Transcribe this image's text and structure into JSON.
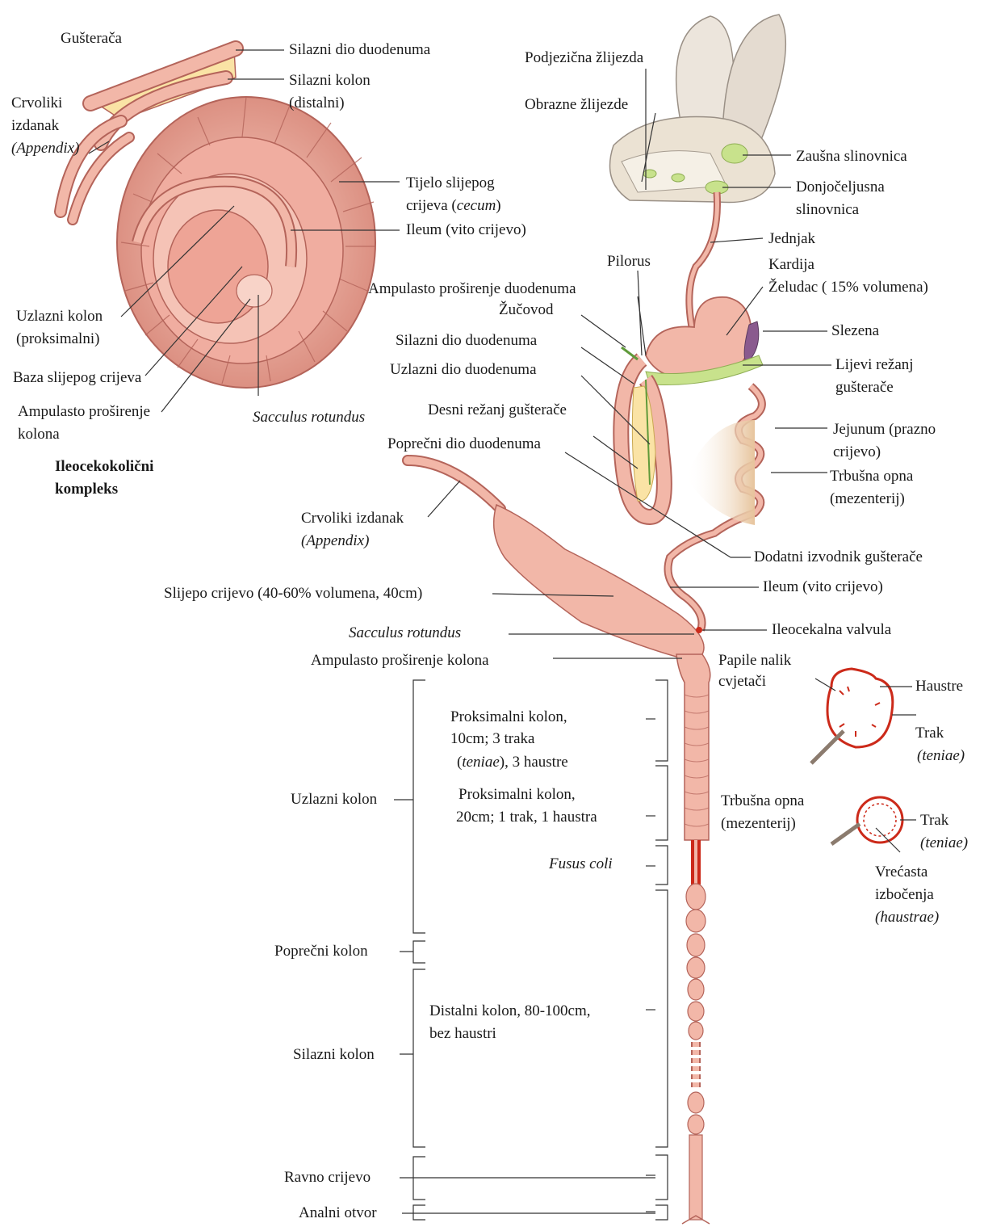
{
  "colors": {
    "tissue": "#f2b7a8",
    "tissue_dark": "#b4645a",
    "pancreas": "#fae3a5",
    "gland": "#c8e28c",
    "spleen": "#8a5a8e",
    "vessel": "#cc2a1a",
    "leader": "#333333"
  },
  "icons": [
    "rabbit-head-illustration",
    "ileocecocolic-spiral-illustration",
    "digestive-tract-illustration",
    "colon-cross-section-icon"
  ],
  "labels": {
    "gusteraca": "Gušterača",
    "silazni_dio_duodenuma_top": "Silazni dio duodenuma",
    "silazni_kolon_distalni_1": "Silazni kolon",
    "silazni_kolon_distalni_2": "(distalni)",
    "crvoliki_1": "Crvoliki",
    "crvoliki_2": "izdanak",
    "crvoliki_3": "(Appendix)",
    "tijelo_1": "Tijelo slijepog",
    "tijelo_2": "crijeva (",
    "tijelo_2i": "cecum",
    "tijelo_2e": ")",
    "ileum_top": "Ileum (vito crijevo)",
    "uzlazni_kolon_prox_1": "Uzlazni kolon",
    "uzlazni_kolon_prox_2": "(proksimalni)",
    "baza": "Baza slijepog crijeva",
    "ampulasto_kolona_1": "Ampulasto proširenje",
    "ampulasto_kolona_2": "kolona",
    "sacculus_top": "Sacculus rotundus",
    "ileocekokolicni_1": "Ileocekokolični",
    "ileocekokolicni_2": "kompleks",
    "podjezicna": "Podjezična žlijezda",
    "obrazne": "Obrazne žlijezde",
    "zausna": "Zaušna slinovnica",
    "donjoceljusna_1": "Donjočeljusna",
    "donjoceljusna_2": "slinovnica",
    "jednjak": "Jednjak",
    "pilorus": "Pilorus",
    "kardija": "Kardija",
    "zeludac": "Želudac ( 15% volumena)",
    "ampulasto_duodenuma": "Ampulasto proširenje duodenuma",
    "zucovod": "Žučovod",
    "slezena": "Slezena",
    "silazni_dio_duodenuma_mid": "Silazni dio duodenuma",
    "lijevi_1": "Lijevi režanj",
    "lijevi_2": "gušterače",
    "uzlazni_dio_duodenuma": "Uzlazni dio duodenuma",
    "desni": "Desni režanj gušterače",
    "jejunum_1": "Jejunum (prazno",
    "jejunum_2": "crijevo)",
    "poprecni_dio_duodenuma": "Poprečni dio duodenuma",
    "trbusna_1": "Trbušna opna",
    "trbusna_2": "(mezenterij)",
    "crvoliki_mid_1": "Crvoliki izdanak",
    "crvoliki_mid_2": "(Appendix)",
    "dodatni": "Dodatni izvodnik gušterače",
    "ileum_mid": "Ileum (vito crijevo)",
    "slijepo": "Slijepo crijevo (40-60% volumena, 40cm)",
    "sacculus_mid": "Sacculus rotundus",
    "ileocekalna": "Ileocekalna valvula",
    "ampulasto_kolona_mid": "Ampulasto proširenje kolona",
    "papile_1": "Papile nalik",
    "papile_2": "cvjetači",
    "haustre": "Haustre",
    "trak_1a": "Trak",
    "trak_1b": "(teniae)",
    "prox1_1": "Proksimalni kolon,",
    "prox1_2": "10cm; 3 traka",
    "prox1_3a": "(",
    "prox1_3i": "teniae",
    "prox1_3b": "), 3 haustre",
    "prox2_1": "Proksimalni kolon,",
    "prox2_2": "20cm; 1 trak, 1 haustra",
    "uzlazni_kolon": "Uzlazni kolon",
    "trbusna_right_1": "Trbušna opna",
    "trbusna_right_2": "(mezenterij)",
    "trak_2a": "Trak",
    "trak_2b": "(teniae)",
    "fusus": "Fusus coli",
    "vrecasta_1": "Vrećasta",
    "vrecasta_2": "izbočenja",
    "vrecasta_3": "(haustrae)",
    "poprecni_kolon": "Poprečni kolon",
    "distalni_1": "Distalni kolon, 80-100cm,",
    "distalni_2": "bez haustri",
    "silazni_kolon": "Silazni kolon",
    "ravno": "Ravno crijevo",
    "analni": "Analni otvor"
  }
}
